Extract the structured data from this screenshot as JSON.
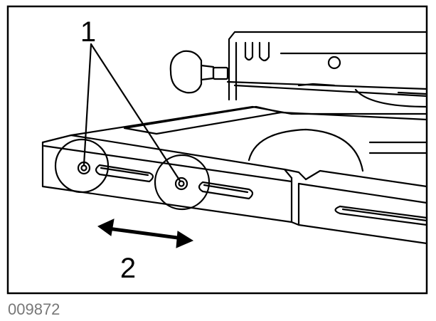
{
  "figure": {
    "callouts": {
      "screws": "1",
      "direction": "2"
    },
    "caption": "009872"
  },
  "colors": {
    "frame": "#000000",
    "line": "#000000",
    "caption": "#777777",
    "background": "#ffffff"
  }
}
